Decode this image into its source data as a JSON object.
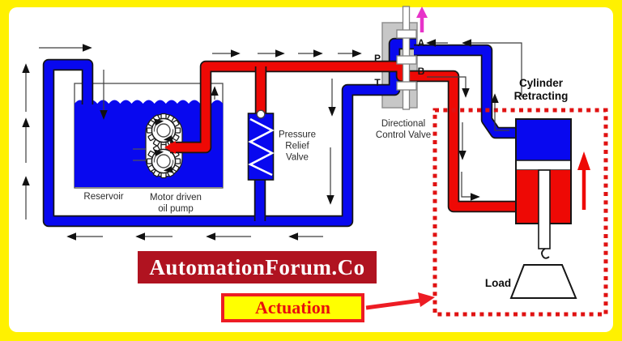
{
  "labels": {
    "reservoir": "Reservoir",
    "pump": "Motor driven\noil pump",
    "relief_valve": "Pressure\nRelief\nValve",
    "directional_valve": "Directional\nControl Valve",
    "cylinder_state": "Cylinder\nRetracting",
    "load": "Load"
  },
  "ports": {
    "p": "P",
    "t": "T",
    "a": "A",
    "b": "B"
  },
  "banner": {
    "text": "AutomationForum.Co"
  },
  "callout": {
    "text": "Actuation"
  },
  "colors": {
    "frame": "#FFF100",
    "pressure-line": "#EE0905",
    "return-line": "#0808EF",
    "valve-body": "#C7C7C7",
    "valve-edge": "#8F8F8F",
    "magenta": "#E733C9",
    "dotted": "#E01212",
    "banner-bg": "#B01320",
    "banner-fg": "#FFFFFF",
    "callout-bg": "#FFFF00",
    "callout-fg": "#E8100C",
    "callout-border": "#ED1C24"
  }
}
